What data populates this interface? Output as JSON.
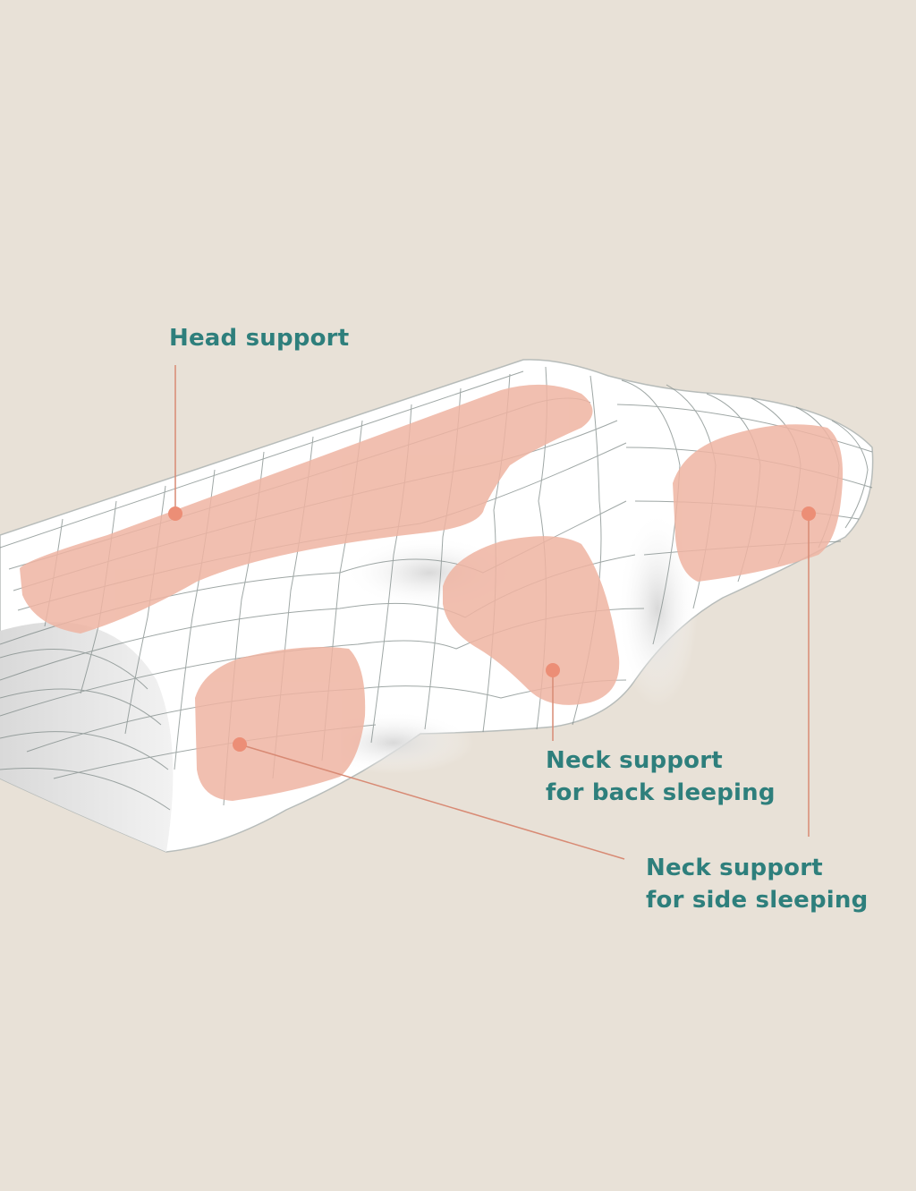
{
  "labels": {
    "head_support": "Head support",
    "neck_back_line1": "Neck support",
    "neck_back_line2": "for back sleeping",
    "neck_side_line1": "Neck support",
    "neck_side_line2": "for side sleeping"
  },
  "colors": {
    "background": "#e8e1d7",
    "pillow_surface": "#ffffff",
    "pillow_shade": "#e6e6e6",
    "grid_lines": "#7f8a88",
    "support_zone": "#efb4a2",
    "marker": "#ec8e76",
    "label_text": "#2e7f7c"
  }
}
